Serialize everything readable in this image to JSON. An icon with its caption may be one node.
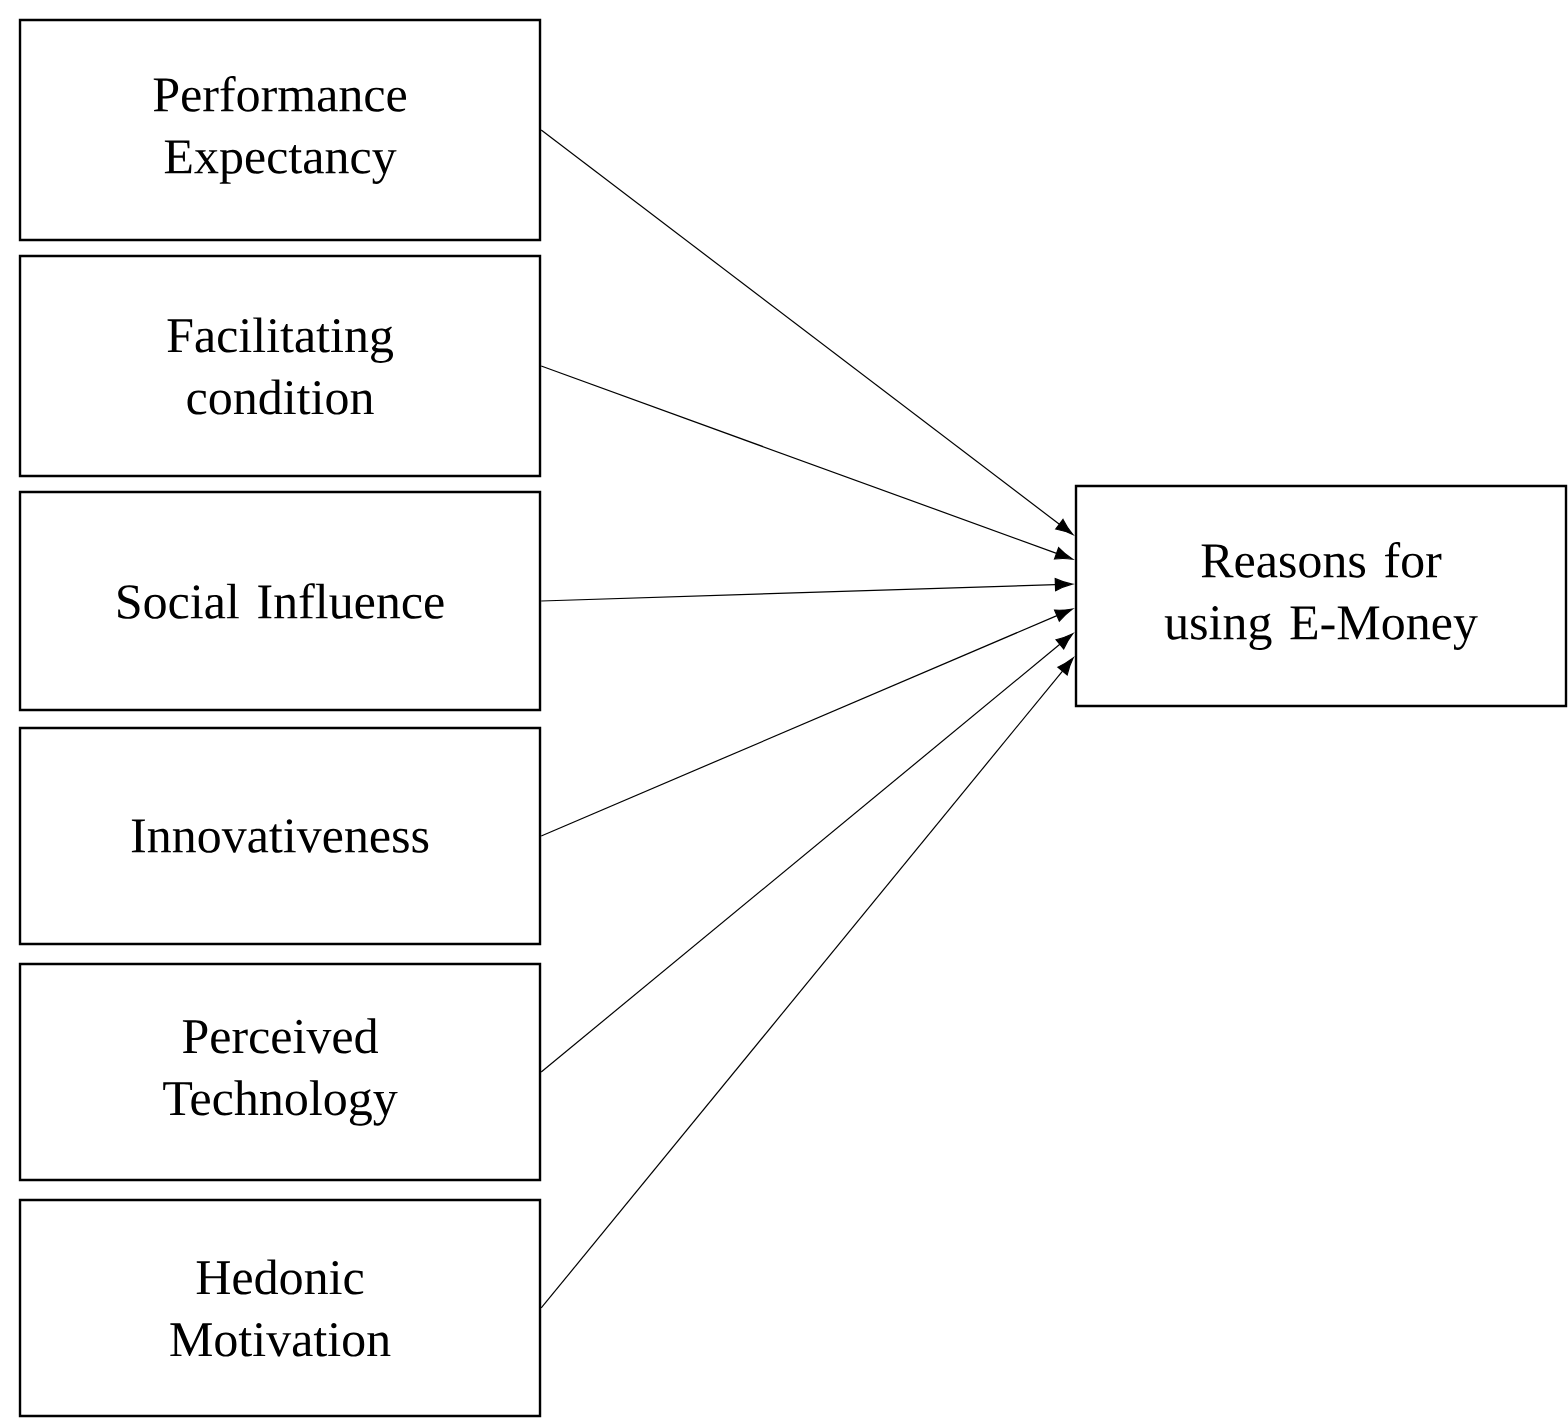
{
  "diagram": {
    "nodes": [
      {
        "text": [
          "Performance Expectancy"
        ]
      },
      {
        "text": [
          "Facilitating condition"
        ]
      },
      {
        "text": [
          "Social Influence"
        ]
      },
      {
        "text": [
          "Innovativeness"
        ]
      },
      {
        "text": [
          "Perceived Technology"
        ]
      },
      {
        "text": [
          "Hedonic Motivation"
        ]
      },
      {
        "text": [
          "Reasons for using E-Money"
        ]
      }
    ],
    "edges": [
      {
        "from": 0,
        "to": 6,
        "arrow": "to"
      },
      {
        "from": 1,
        "to": 6,
        "arrow": "to"
      },
      {
        "from": 2,
        "to": 6,
        "arrow": "to"
      },
      {
        "from": 3,
        "to": 6,
        "arrow": "to"
      },
      {
        "from": 4,
        "to": 6,
        "arrow": "to"
      },
      {
        "from": 5,
        "to": 6,
        "arrow": "to"
      }
    ]
  }
}
